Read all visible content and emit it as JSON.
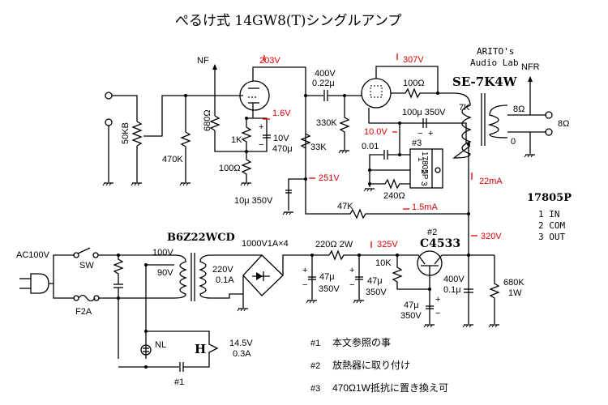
{
  "title": "ぺるけ式 14GW8(T)シングルアンプ",
  "credit": {
    "line1": "ARITO's",
    "line2": "Audio Lab"
  },
  "output_transformer": {
    "model": "SE-7K4W",
    "primary": "7K",
    "tap_8": "8Ω",
    "tap_0": "0",
    "output": "8Ω",
    "nfr": "NFR"
  },
  "power_transformer": {
    "model": "B6Z22WCD",
    "tap_100": "100V",
    "tap_90": "90V",
    "secondary_v": "220V",
    "secondary_a": "0.1A"
  },
  "input": {
    "volume": "50KB",
    "grid_r": "470K",
    "nf": "NF",
    "nf_r": "680Ω"
  },
  "first_stage": {
    "plate_v": "203V",
    "cathode_v": "1.6V",
    "cathode_r": "1K",
    "bypass_v": "10V",
    "bypass_c": "470μ",
    "nf_r2": "100Ω",
    "plate_r": "33K",
    "decouple": "10μ 350V",
    "b_v": "251V"
  },
  "coupling": {
    "v": "400V",
    "c": "0.22μ",
    "grid_r": "330K"
  },
  "output_stage": {
    "plate_v": "307V",
    "screen_r": "100Ω",
    "cap": "100μ 350V",
    "cathode_v": "10.0V",
    "cap_plus": "+",
    "cap_minus": "−"
  },
  "regulator": {
    "note": "#3",
    "c": "0.01",
    "r": "240Ω",
    "name": "17805P",
    "pins": [
      "1",
      "2",
      "3"
    ],
    "pin_desc": [
      "1 IN",
      "2 COM",
      "3 OUT"
    ]
  },
  "currents": {
    "main": "22mA",
    "feedback": "1.5mA",
    "bias_r": "47K",
    "b_v": "320V"
  },
  "ac": {
    "label": "AC100V",
    "switch": "SW",
    "fuse": "F2A"
  },
  "rectifier": {
    "label": "1000V1A×4",
    "filter_r": "220Ω 2W",
    "c1": "47μ",
    "c1v": "350V",
    "c2": "47μ",
    "c2v": "350V",
    "b1_v": "325V"
  },
  "ripple_filter": {
    "note": "#2",
    "transistor": "C4533",
    "base_r": "10K",
    "c": "47μ",
    "cv": "350V",
    "out_cv": "400V",
    "out_c": "0.1μ",
    "bleed": "680K",
    "bleed_w": "1W"
  },
  "heater": {
    "neon": "NL",
    "symbol": "H",
    "v": "14.5V",
    "a": "0.3A",
    "note": "#1"
  },
  "notes": [
    {
      "mark": "#1",
      "text": "本文参照の事"
    },
    {
      "mark": "#2",
      "text": "放熱器に取り付け"
    },
    {
      "mark": "#3",
      "text": "470Ω1W抵抗に置き換え可"
    }
  ]
}
